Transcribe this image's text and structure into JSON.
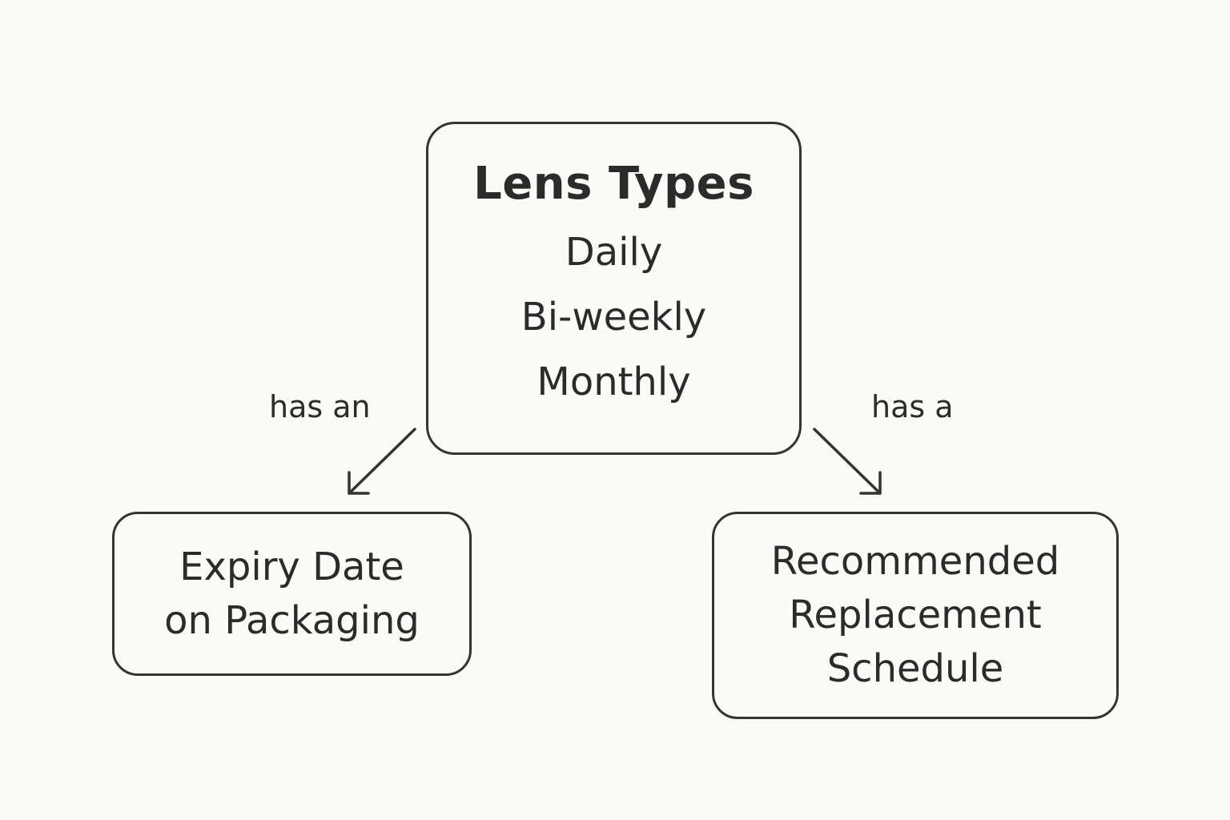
{
  "top_node": {
    "title": "Lens Types",
    "items": [
      "Daily",
      "Bi-weekly",
      "Monthly"
    ]
  },
  "left_node": {
    "text": "Expiry Date\non Packaging"
  },
  "right_node": {
    "text": "Recommended\nReplacement\nSchedule"
  },
  "edges": {
    "left_label": "has an",
    "right_label": "has a"
  },
  "colors": {
    "background": "#fcfaf6",
    "stroke": "#333333",
    "text": "#2b2b2b"
  }
}
